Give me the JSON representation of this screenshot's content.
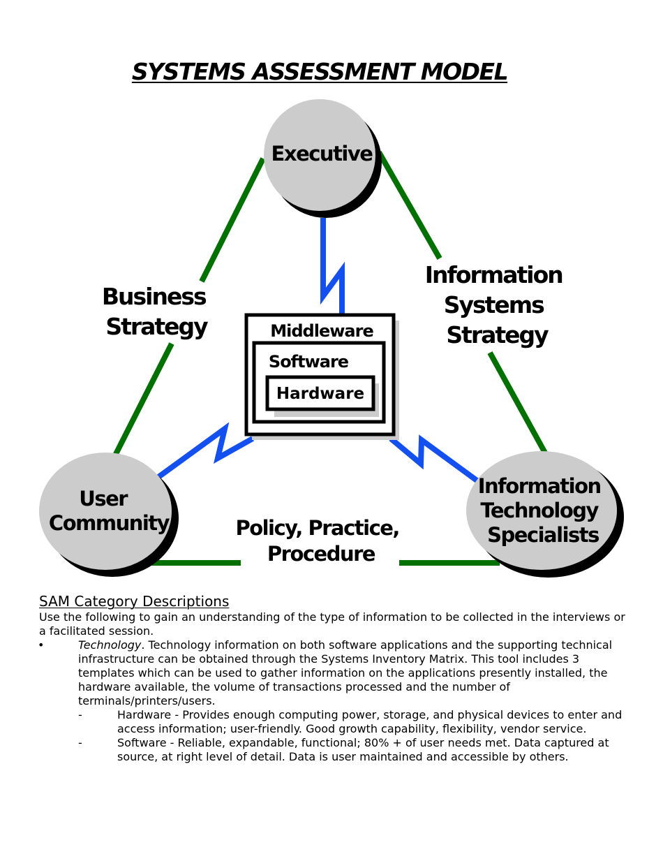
{
  "title": "SYSTEMS ASSESSMENT MODEL",
  "colors": {
    "strategy_edges": "#007000",
    "links": "#1450f0",
    "node_fill": "#cccccc",
    "node_shadow": "#000000",
    "box_shadow": "#cccccc"
  },
  "nodes": {
    "executive": [
      "Executive"
    ],
    "user_community": [
      "User",
      "Community"
    ],
    "it_specialists": [
      "Information",
      "Technology",
      "Specialists"
    ]
  },
  "edges": {
    "business_strategy": [
      "Business",
      "Strategy"
    ],
    "is_strategy": [
      "Information",
      "Systems",
      "Strategy"
    ],
    "policy": [
      "Policy, Practice,",
      "Procedure"
    ]
  },
  "stack": {
    "middleware": "Middleware",
    "software": "Software",
    "hardware": "Hardware"
  },
  "section": {
    "heading": "SAM Category Descriptions",
    "intro": "Use the following to gain an understanding of the type of information to be collected in the interviews or a facilitated session.",
    "bullet_mark": "•",
    "items": [
      {
        "term": "Technology",
        "text": ".  Technology information on both software applications and the supporting technical infrastructure can be obtained through the Systems Inventory Matrix. This tool includes 3 templates which can be used to gather information on the applications presently installed, the hardware available, the volume of transactions processed and the number of terminals/printers/users.",
        "subitems": [
          {
            "mark": "-",
            "text": "Hardware - Provides enough computing power, storage, and physical devices to enter and access information; user-friendly. Good growth capability, flexibility, vendor service."
          },
          {
            "mark": "-",
            "text": "Software - Reliable, expandable, functional; 80% + of user needs met. Data captured at source, at right level of detail. Data is user maintained and accessible by others."
          }
        ]
      }
    ]
  }
}
